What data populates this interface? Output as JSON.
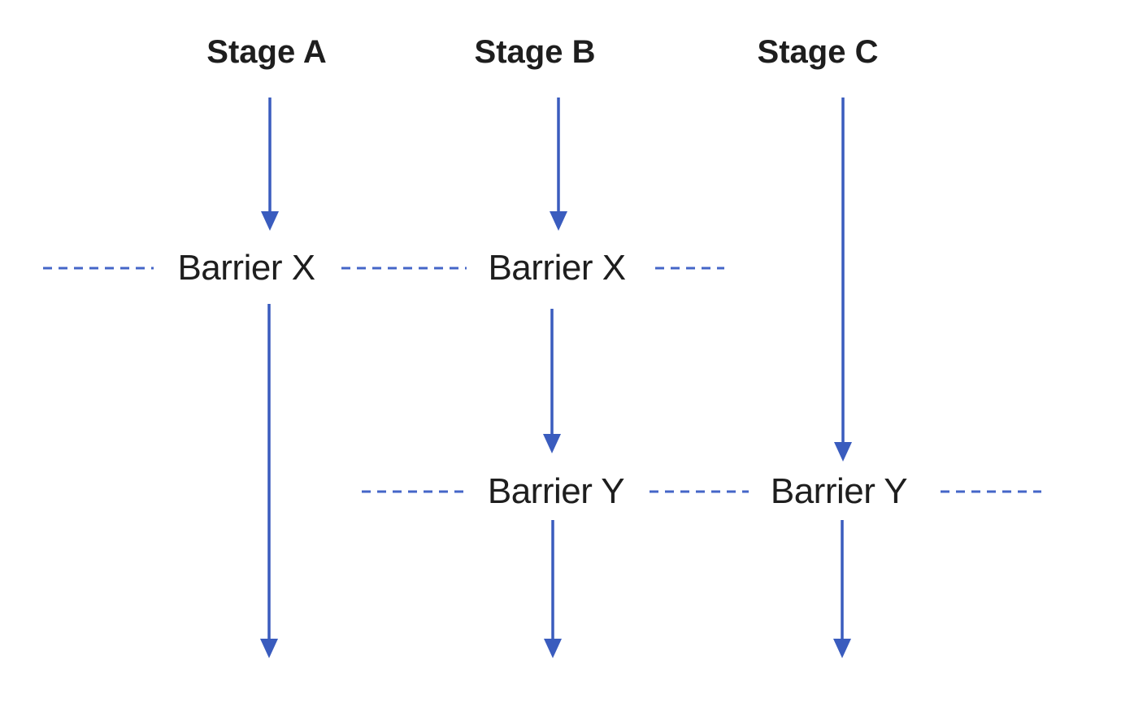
{
  "stages": [
    {
      "label": "Stage A"
    },
    {
      "label": "Stage B"
    },
    {
      "label": "Stage C"
    }
  ],
  "barriers": [
    {
      "label": "Barrier X"
    },
    {
      "label": "Barrier X"
    },
    {
      "label": "Barrier Y"
    },
    {
      "label": "Barrier Y"
    }
  ],
  "colors": {
    "arrow": "#3a5cbe",
    "dash": "#4466c8",
    "text": "#1e1e1e",
    "background": "#ffffff"
  }
}
